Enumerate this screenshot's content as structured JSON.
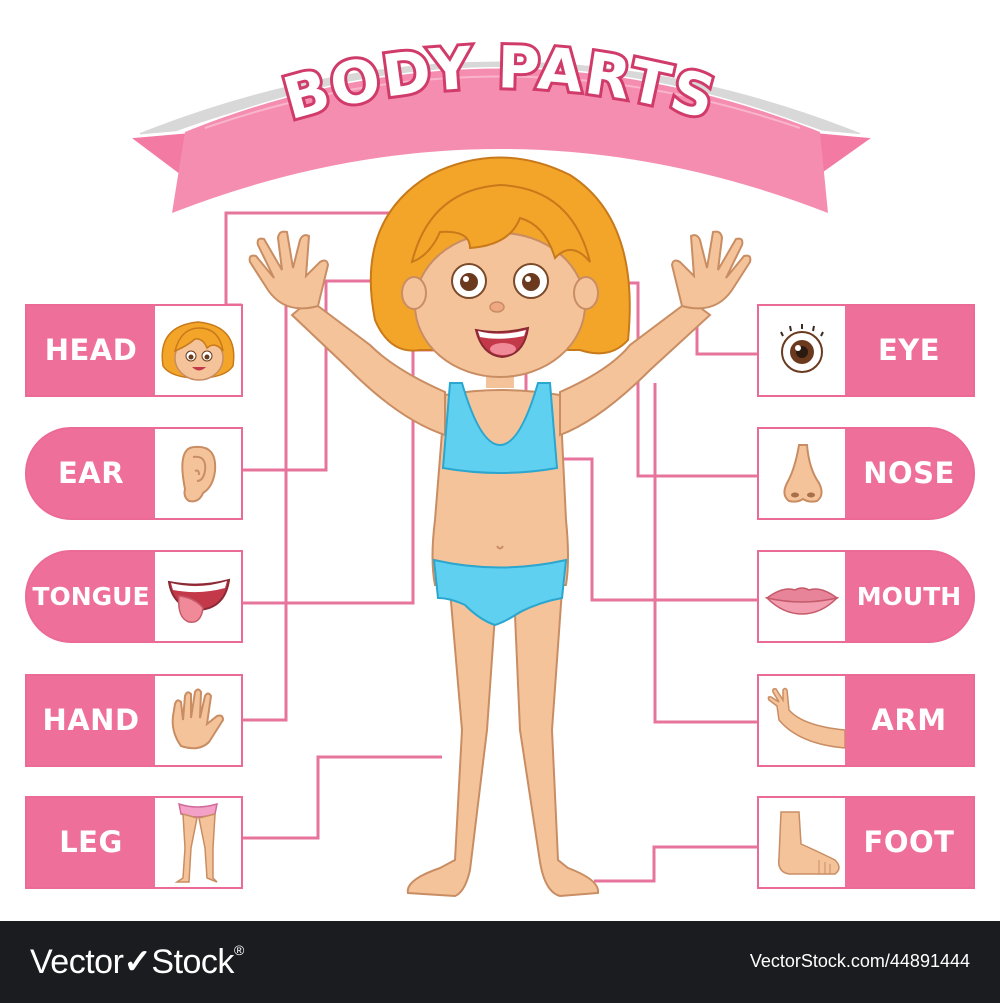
{
  "title": "BODY PARTS",
  "left_labels": [
    {
      "label": "HEAD",
      "icon": "head-icon"
    },
    {
      "label": "EAR",
      "icon": "ear-icon"
    },
    {
      "label": "TONGUE",
      "icon": "tongue-icon"
    },
    {
      "label": "HAND",
      "icon": "hand-icon"
    },
    {
      "label": "LEG",
      "icon": "leg-icon"
    }
  ],
  "right_labels": [
    {
      "label": "EYE",
      "icon": "eye-icon"
    },
    {
      "label": "NOSE",
      "icon": "nose-icon"
    },
    {
      "label": "MOUTH",
      "icon": "mouth-icon"
    },
    {
      "label": "ARM",
      "icon": "arm-icon"
    },
    {
      "label": "FOOT",
      "icon": "foot-icon"
    }
  ],
  "colors": {
    "label_pink": "#ee6f9a",
    "line_pink": "#e7749d",
    "banner_pink": "#f27aa3",
    "hair": "#f3a52a",
    "skin": "#f5c39a",
    "swimsuit": "#5fd0f0",
    "footer": "#1b1c1f"
  },
  "footer": {
    "brand_a": "Vector",
    "brand_b": "Stock",
    "trademark": "®",
    "stock_id": "VectorStock.com/44891444"
  }
}
